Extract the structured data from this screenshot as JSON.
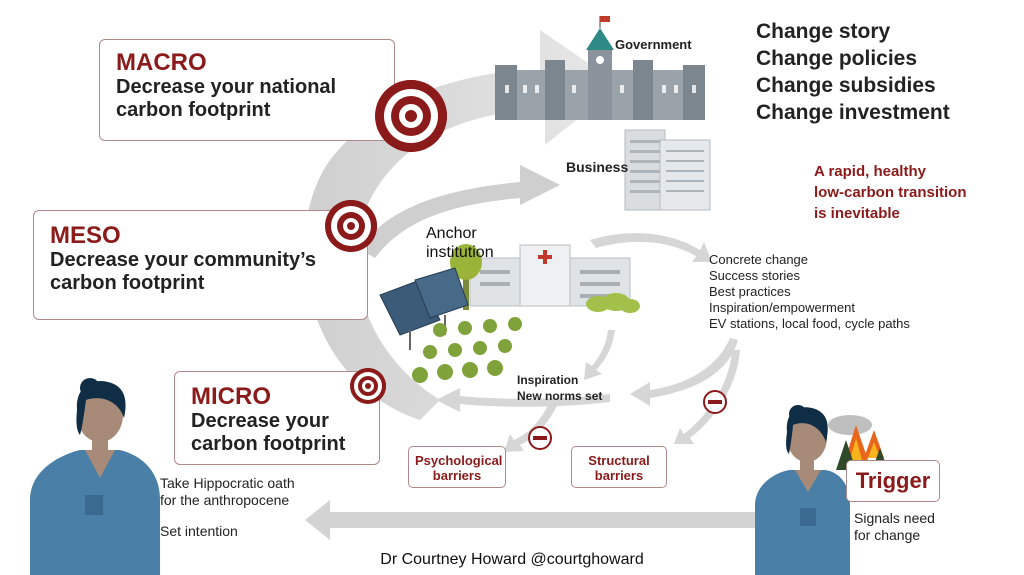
{
  "macro": {
    "title": "MACRO",
    "description_line1": "Decrease your national",
    "description_line2": "carbon footprint"
  },
  "meso": {
    "title": "MESO",
    "description_line1": "Decrease your community’s",
    "description_line2": "carbon footprint"
  },
  "micro": {
    "title": "MICRO",
    "description_line1": "Decrease your",
    "description_line2": "carbon footprint"
  },
  "government_label": "Government",
  "business_label": "Business",
  "anchor_label_line1": "Anchor",
  "anchor_label_line2": "institution",
  "change_list": [
    "Change story",
    "Change policies",
    "Change subsidies",
    "Change investment"
  ],
  "transition_text": [
    "A rapid, healthy",
    "low-carbon transition",
    "is inevitable"
  ],
  "outcomes": [
    "Concrete change",
    "Success stories",
    "Best practices",
    "Inspiration/empowerment",
    "EV stations, local food, cycle paths"
  ],
  "inspiration": [
    "Inspiration",
    "New norms set"
  ],
  "psych_barriers": [
    "Psychological",
    "barriers"
  ],
  "struct_barriers": [
    "Structural",
    "barriers"
  ],
  "trigger": {
    "title": "Trigger",
    "line1": "Signals need",
    "line2": "for change"
  },
  "oath": {
    "line1": "Take Hippocratic oath",
    "line2": "for the anthropocene",
    "line3": "Set intention"
  },
  "credit": "Dr Courtney Howard @courtghoward",
  "colors": {
    "accent": "#8b1a1a",
    "arrow": "#d9d9d9",
    "scrub": "#4a7fa8",
    "skin": "#a88a78",
    "hair": "#0f2d45"
  }
}
